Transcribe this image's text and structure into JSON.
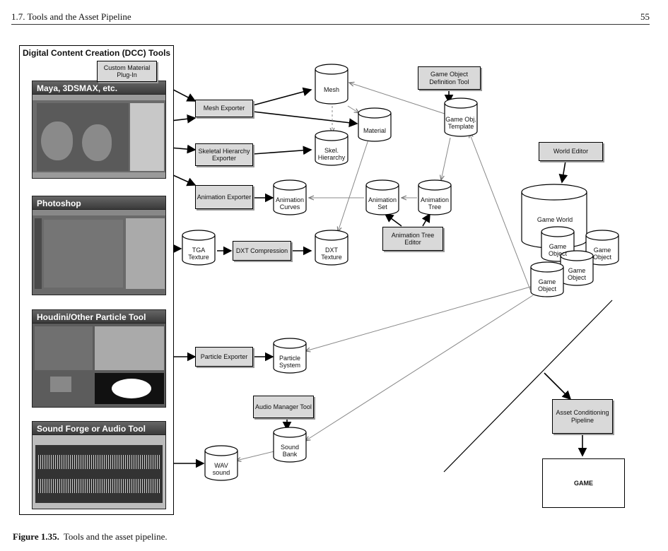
{
  "header": {
    "section": "1.7. Tools and the Asset Pipeline",
    "page_number": "55"
  },
  "dcc": {
    "title": "Digital Content Creation (DCC) Tools",
    "tools": [
      {
        "name": "Maya, 3DSMAX, etc."
      },
      {
        "name": "Photoshop"
      },
      {
        "name": "Houdini/Other Particle Tool"
      },
      {
        "name": "Sound Forge or Audio Tool"
      }
    ]
  },
  "boxes": {
    "custom_material": "Custom Material Plug-In",
    "mesh_exporter": "Mesh Exporter",
    "skeletal_exporter": "Skeletal Hierarchy Exporter",
    "animation_exporter": "Animation Exporter",
    "dxt_compression": "DXT Compression",
    "particle_exporter": "Particle Exporter",
    "audio_manager": "Audio Manager Tool",
    "game_object_def_tool": "Game Object Definition Tool",
    "world_editor": "World Editor",
    "animation_tree_editor": "Animation Tree Editor",
    "asset_conditioning": "Asset Conditioning Pipeline",
    "game": "GAME"
  },
  "stores": {
    "mesh": "Mesh",
    "material": "Material",
    "skel_hierarchy": "Skel. Hierarchy",
    "animation_curves": "Animation Curves",
    "tga_texture": "TGA Texture",
    "dxt_texture": "DXT Texture",
    "particle_system": "Particle System",
    "sound_bank": "Sound Bank",
    "wav_sound": "WAV sound",
    "game_obj_template": "Game Obj. Template",
    "animation_set": "Animation Set",
    "animation_tree": "Animation Tree",
    "game_world": "Game World",
    "game_object": "Game Object"
  },
  "caption": {
    "label": "Figure 1.35.",
    "text": "Tools and the asset pipeline."
  }
}
